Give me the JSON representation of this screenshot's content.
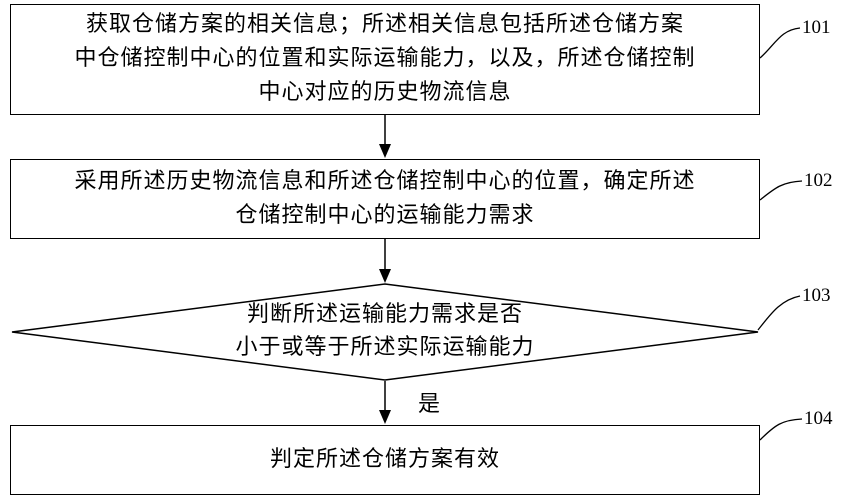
{
  "steps": [
    {
      "id": "101",
      "lines": [
        "获取仓储方案的相关信息；所述相关信息包括所述仓储方案",
        "中仓储控制中心的位置和实际运输能力，以及，所述仓储控制",
        "中心对应的历史物流信息"
      ]
    },
    {
      "id": "102",
      "lines": [
        "采用所述历史物流信息和所述仓储控制中心的位置，确定所述",
        "仓储控制中心的运输能力需求"
      ]
    },
    {
      "id": "103",
      "lines": [
        "判断所述运输能力需求是否",
        "小于或等于所述实际运输能力"
      ]
    },
    {
      "id": "104",
      "lines": [
        "判定所述仓储方案有效"
      ]
    }
  ],
  "yes_label": "是"
}
